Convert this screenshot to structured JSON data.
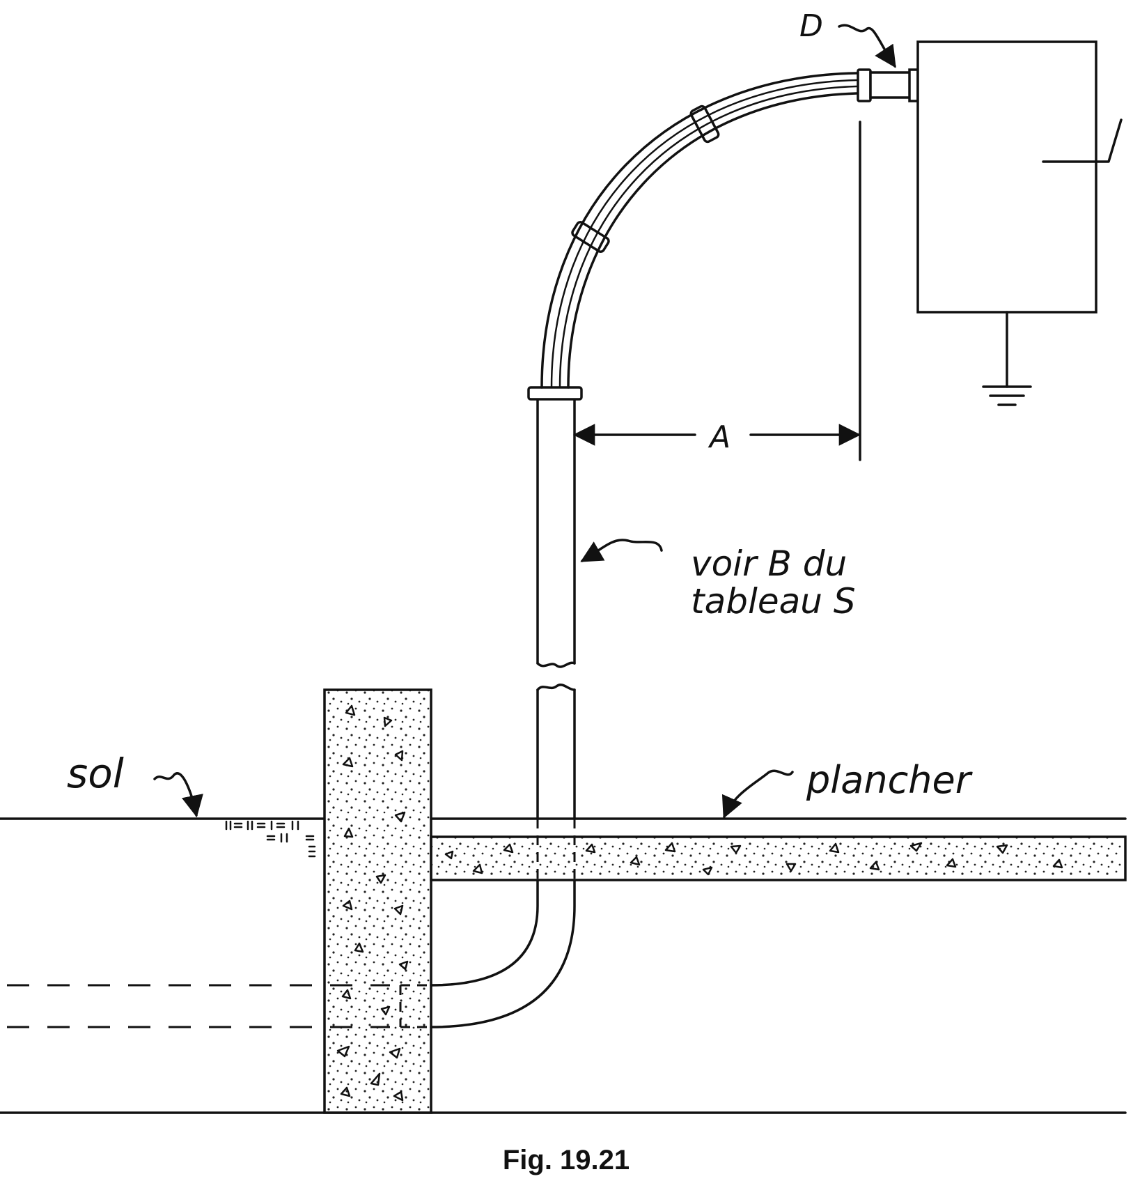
{
  "labels": {
    "d": "D",
    "a": "A",
    "note_line1": "voir B du",
    "note_line2": "tableau S",
    "sol": "sol",
    "plancher": "plancher"
  },
  "caption": "Fig. 19.21"
}
